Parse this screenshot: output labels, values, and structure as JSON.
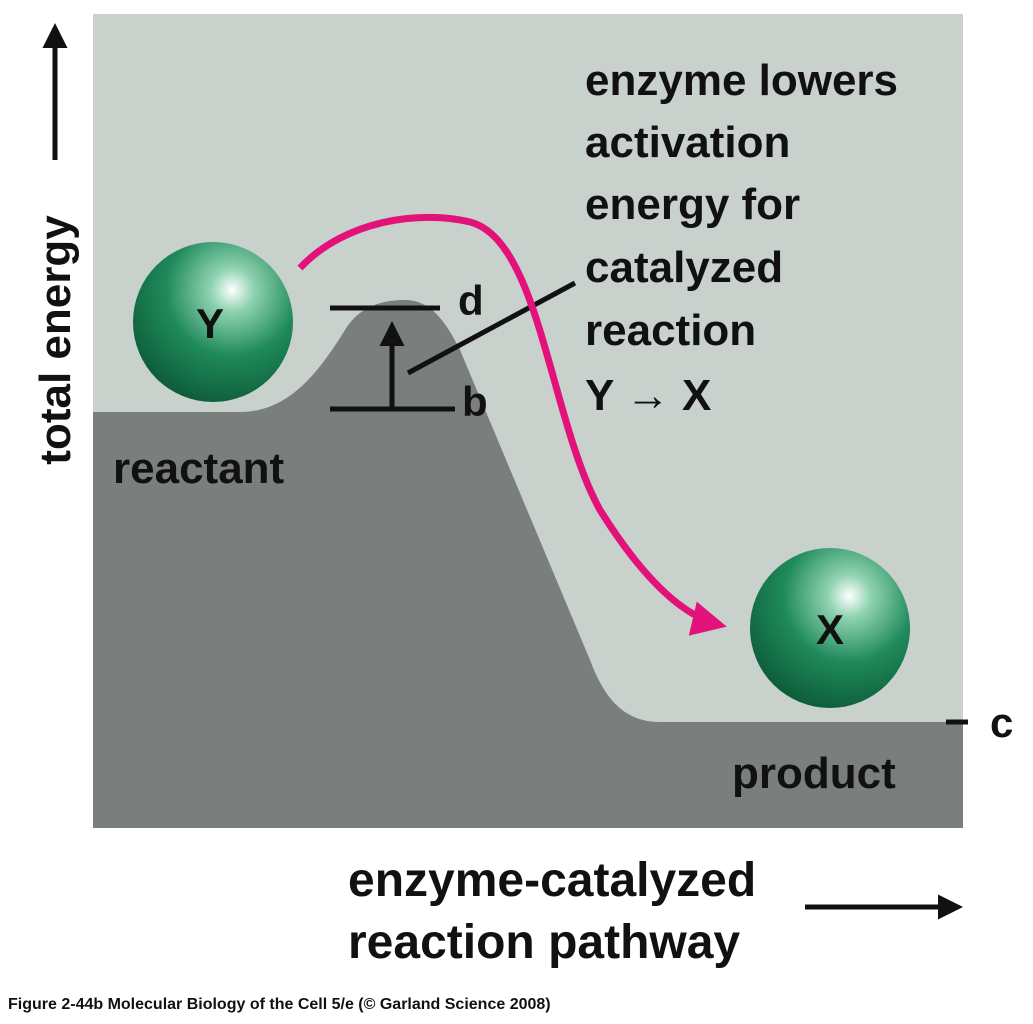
{
  "diagram": {
    "y_axis_label": "total energy",
    "x_axis_label_line1": "enzyme-catalyzed",
    "x_axis_label_line2": "reaction pathway",
    "annotation_lines": [
      "enzyme lowers",
      "activation",
      "energy for",
      "catalyzed",
      "reaction",
      "Y → X"
    ],
    "reactant_label": "reactant",
    "product_label": "product",
    "molecule_reactant": "Y",
    "molecule_product": "X",
    "level_labels": {
      "top": "d",
      "bottom": "b",
      "product_level": "c"
    },
    "colors": {
      "panel_background": "#c8d1cc",
      "energy_landscape": "#7a7f7d",
      "pathway_arrow": "#e3127a",
      "molecule": "#1f8a5b"
    }
  },
  "caption": "Figure 2-44b  Molecular Biology of the Cell 5/e (© Garland Science 2008)"
}
